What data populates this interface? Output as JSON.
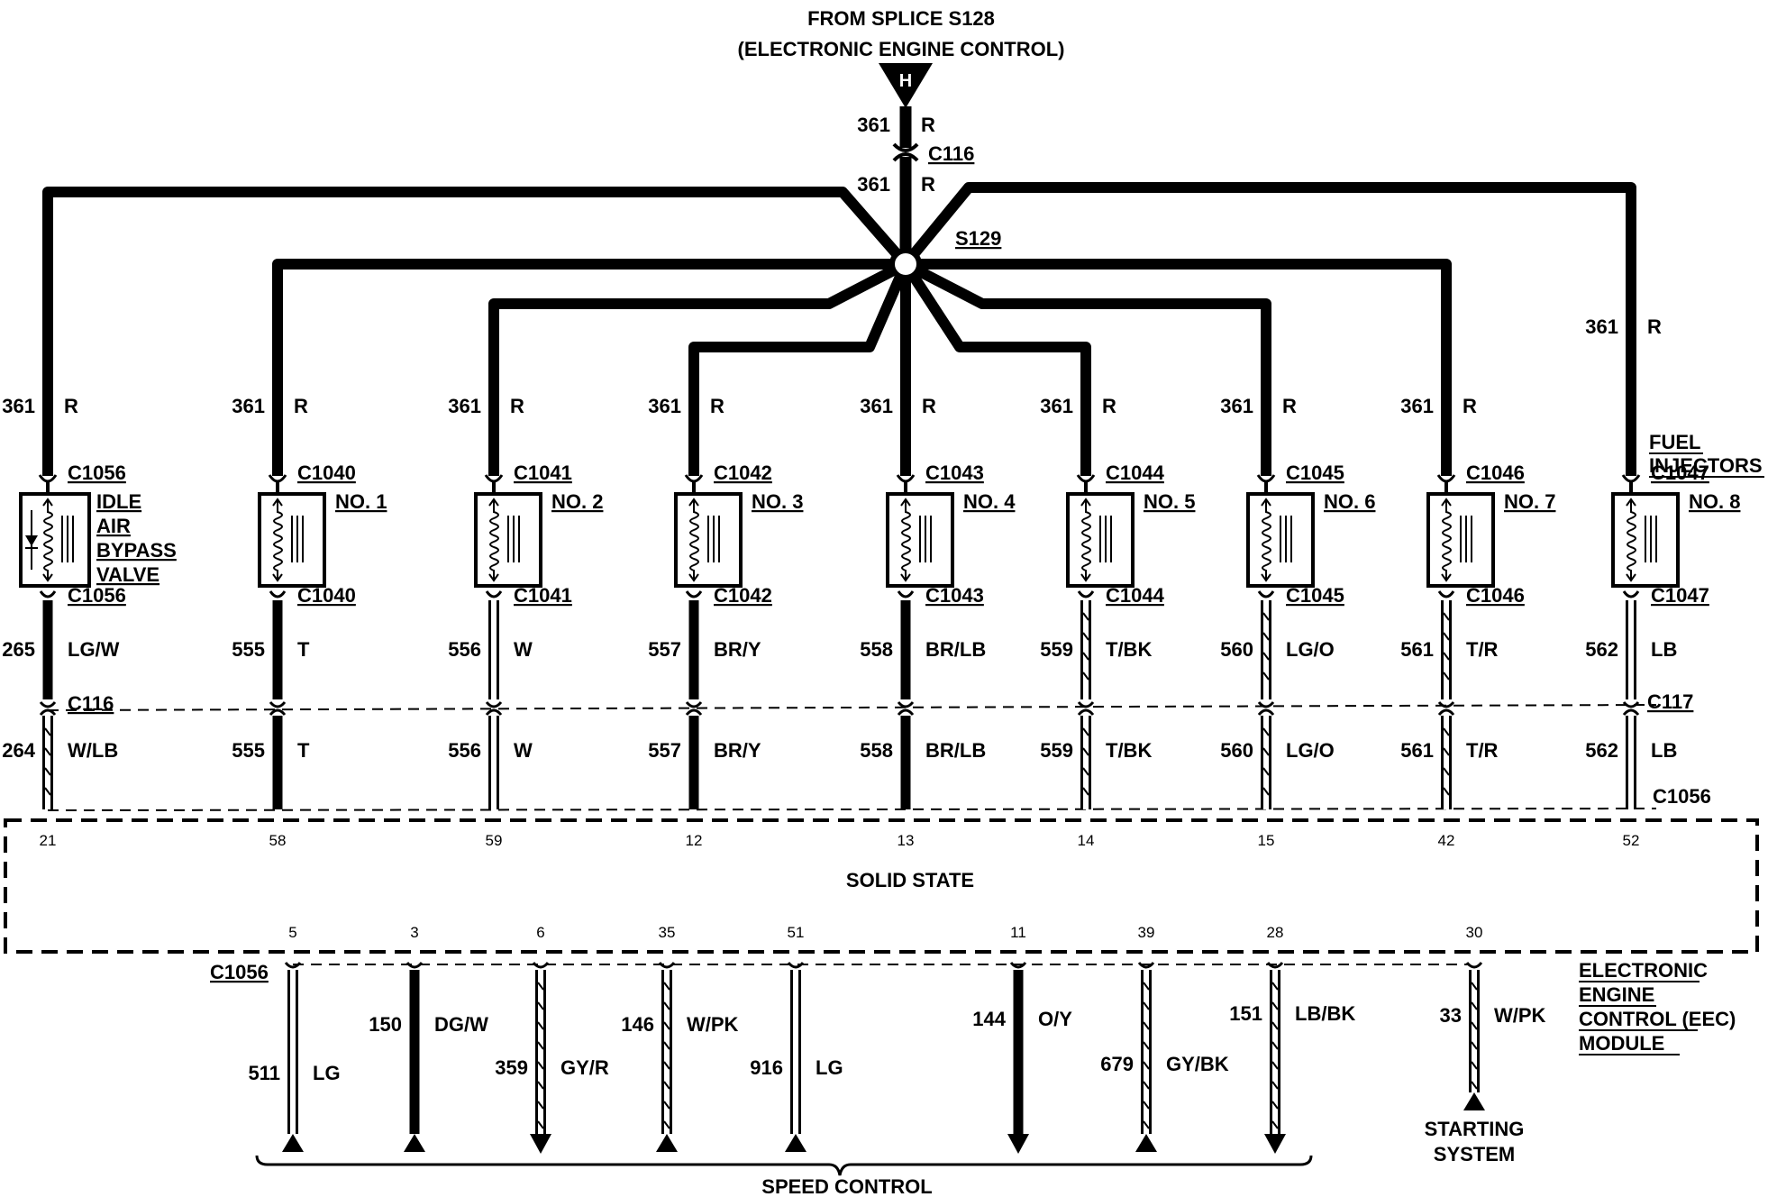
{
  "header": {
    "line1": "FROM SPLICE S128",
    "line2": "(ELECTRONIC ENGINE CONTROL)",
    "symbol": "H"
  },
  "feed": {
    "upper_circuit": "361",
    "upper_color": "R",
    "connector": "C116",
    "lower_circuit": "361",
    "lower_color": "R",
    "splice": "S129"
  },
  "legend_labels": {
    "module_block_label": "SOLID STATE",
    "module_name": [
      "ELECTRONIC",
      "ENGINE",
      "CONTROL (EEC)",
      "MODULE"
    ],
    "speed_control": "SPEED CONTROL",
    "starting_system": [
      "STARTING",
      "SYSTEM"
    ],
    "fuel_injectors": [
      "FUEL",
      "INJECTORS"
    ],
    "c117": "C117",
    "c1056_right": "C1056",
    "c1056_bottom": "C1056"
  },
  "branches": [
    {
      "supply_circuit": "361",
      "supply_color": "R",
      "conn_top": "C1056",
      "conn_bottom": "C1056",
      "device": [
        "IDLE",
        "AIR",
        "BYPASS",
        "VALVE"
      ],
      "out_circuit": "265",
      "out_color": "LG/W",
      "inline_conn": "C116",
      "harness_circuit": "264",
      "harness_color": "W/LB",
      "pin": "21",
      "wire_shade": "dark",
      "harness_shade": "light"
    },
    {
      "supply_circuit": "361",
      "supply_color": "R",
      "conn_top": "C1040",
      "conn_bottom": "C1040",
      "device": [
        "NO. 1"
      ],
      "out_circuit": "555",
      "out_color": "T",
      "harness_circuit": "555",
      "harness_color": "T",
      "pin": "58",
      "wire_shade": "dark",
      "harness_shade": "dark"
    },
    {
      "supply_circuit": "361",
      "supply_color": "R",
      "conn_top": "C1041",
      "conn_bottom": "C1041",
      "device": [
        "NO. 2"
      ],
      "out_circuit": "556",
      "out_color": "W",
      "harness_circuit": "556",
      "harness_color": "W",
      "pin": "59",
      "wire_shade": "white",
      "harness_shade": "white"
    },
    {
      "supply_circuit": "361",
      "supply_color": "R",
      "conn_top": "C1042",
      "conn_bottom": "C1042",
      "device": [
        "NO. 3"
      ],
      "out_circuit": "557",
      "out_color": "BR/Y",
      "harness_circuit": "557",
      "harness_color": "BR/Y",
      "pin": "12",
      "wire_shade": "dark",
      "harness_shade": "dark"
    },
    {
      "supply_circuit": "361",
      "supply_color": "R",
      "conn_top": "C1043",
      "conn_bottom": "C1043",
      "device": [
        "NO. 4"
      ],
      "out_circuit": "558",
      "out_color": "BR/LB",
      "harness_circuit": "558",
      "harness_color": "BR/LB",
      "pin": "13",
      "wire_shade": "dark",
      "harness_shade": "dark"
    },
    {
      "supply_circuit": "361",
      "supply_color": "R",
      "conn_top": "C1044",
      "conn_bottom": "C1044",
      "device": [
        "NO. 5"
      ],
      "out_circuit": "559",
      "out_color": "T/BK",
      "harness_circuit": "559",
      "harness_color": "T/BK",
      "pin": "14",
      "wire_shade": "light",
      "harness_shade": "light"
    },
    {
      "supply_circuit": "361",
      "supply_color": "R",
      "conn_top": "C1045",
      "conn_bottom": "C1045",
      "device": [
        "NO. 6"
      ],
      "out_circuit": "560",
      "out_color": "LG/O",
      "harness_circuit": "560",
      "harness_color": "LG/O",
      "pin": "15",
      "wire_shade": "light",
      "harness_shade": "light"
    },
    {
      "supply_circuit": "361",
      "supply_color": "R",
      "conn_top": "C1046",
      "conn_bottom": "C1046",
      "device": [
        "NO. 7"
      ],
      "out_circuit": "561",
      "out_color": "T/R",
      "harness_circuit": "561",
      "harness_color": "T/R",
      "pin": "42",
      "wire_shade": "light",
      "harness_shade": "light"
    },
    {
      "supply_circuit": "361",
      "supply_color": "R",
      "conn_top": "C1047",
      "conn_bottom": "C1047",
      "device": [
        "NO. 8"
      ],
      "out_circuit": "562",
      "out_color": "LB",
      "harness_circuit": "562",
      "harness_color": "LB",
      "pin": "52",
      "wire_shade": "white",
      "harness_shade": "white"
    }
  ],
  "lower_wires": [
    {
      "pin": "5",
      "circuit": "511",
      "color": "LG",
      "arrow": "up",
      "shade": "white"
    },
    {
      "pin": "3",
      "circuit": "150",
      "color": "DG/W",
      "arrow": "up",
      "shade": "dark"
    },
    {
      "pin": "6",
      "circuit": "359",
      "color": "GY/R",
      "arrow": "down",
      "shade": "light"
    },
    {
      "pin": "35",
      "circuit": "146",
      "color": "W/PK",
      "arrow": "up",
      "shade": "light"
    },
    {
      "pin": "51",
      "circuit": "916",
      "color": "LG",
      "arrow": "up",
      "shade": "white"
    },
    {
      "pin": "11",
      "circuit": "144",
      "color": "O/Y",
      "arrow": "down",
      "shade": "dark"
    },
    {
      "pin": "39",
      "circuit": "679",
      "color": "GY/BK",
      "arrow": "up",
      "shade": "light"
    },
    {
      "pin": "28",
      "circuit": "151",
      "color": "LB/BK",
      "arrow": "down",
      "shade": "light"
    },
    {
      "pin": "30",
      "circuit": "33",
      "color": "W/PK",
      "arrow": "up",
      "shade": "light"
    }
  ]
}
